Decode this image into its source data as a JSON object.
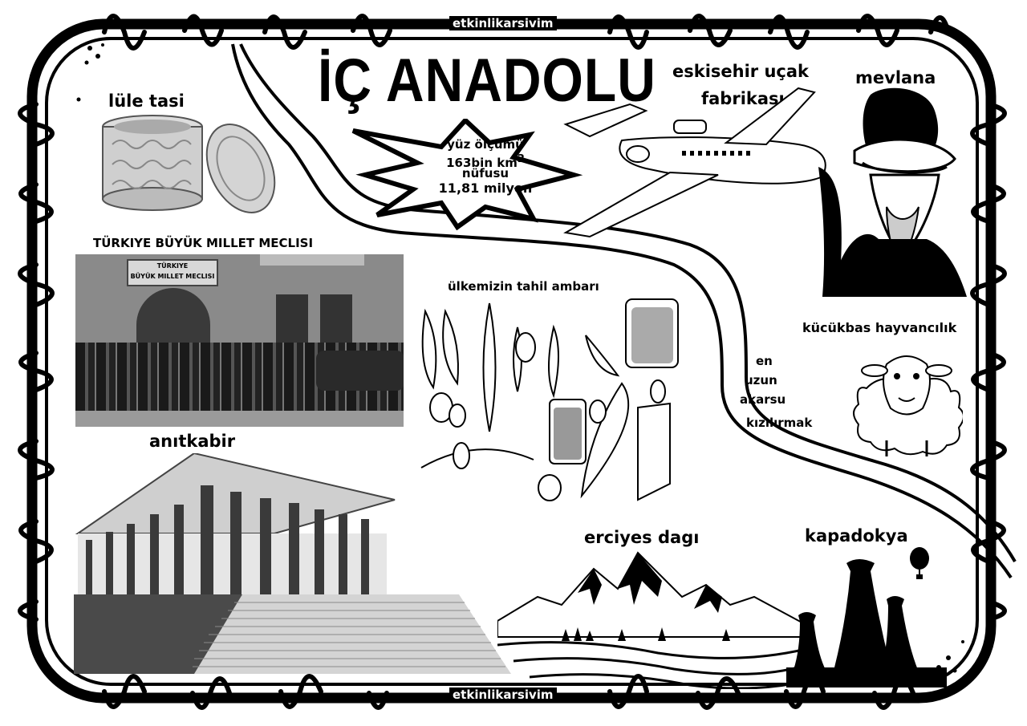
{
  "watermark_top": "etkinlikarsivim",
  "watermark_bottom": "etkinlikarsivim",
  "title": "İÇ ANADOLU",
  "facts": {
    "area_label": "yüz ölçümü",
    "area_value": "163bin km",
    "area_sup": "2",
    "population_label": "nüfusu",
    "population_value": "11,81 milyon"
  },
  "labels": {
    "lule_tasi": "lüle tasi",
    "tbmm": "TÜRKIYE BÜYÜK MILLET MECLISI",
    "tbmm_sign_1": "TÜRKIYE",
    "tbmm_sign_2": "BÜYÜK MILLET MECLISI",
    "anitkabir": "anıtkabir",
    "tahil": "ülkemizin tahil ambarı",
    "eskisehir_1": "eskisehir uçak",
    "eskisehir_2": "fabrikası",
    "mevlana": "mevlana",
    "kucukbas": "kücükbas hayvancılık",
    "erciyes": "erciyes dagı",
    "kapadokya": "kapadokya"
  },
  "river_lines": [
    "en",
    "uzun",
    "akarsu",
    "kızılırmak"
  ]
}
